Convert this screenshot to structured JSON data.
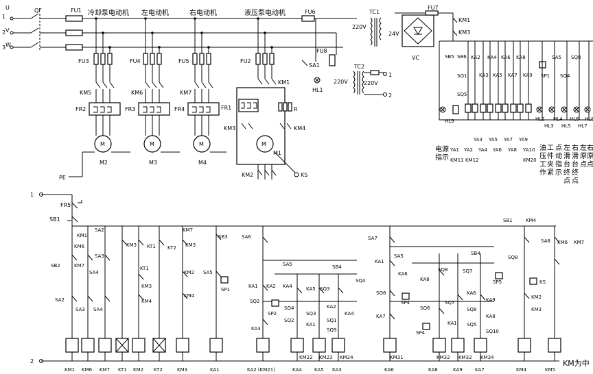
{
  "phases": [
    "U",
    "V",
    "W"
  ],
  "top_labels": {
    "qf": "QF",
    "fu1": "FU1",
    "fu6": "FU6",
    "fu7": "FU7",
    "tc1": "TC1",
    "tc2": "TC2",
    "v220_a": "220V",
    "v220_b": "220V",
    "v220_c": "220V",
    "v24": "24V",
    "vc": "VC",
    "pe": "PE",
    "ks": "KS",
    "fu8": "FU8",
    "sa1": "SA1",
    "hl1": "HL1",
    "t1": "1",
    "t2": "2"
  },
  "motor_titles": [
    "冷却泵电动机",
    "左电动机",
    "右电动机",
    "液压泵电动机"
  ],
  "motor_groups": [
    {
      "fu": "FU3",
      "km": "KM5",
      "fr": "FR2",
      "motor": "M2"
    },
    {
      "fu": "FU4",
      "km": "KM6",
      "fr": "FR3",
      "motor": "M3"
    },
    {
      "fu": "FU5",
      "km": "KM7",
      "fr": "FR4",
      "motor": "M4"
    }
  ],
  "hydraulic_group": {
    "fu": "FU2",
    "km1": "KM1",
    "km3": "KM3",
    "km4": "KM4",
    "km2": "KM2",
    "fr": "FR1",
    "r": "R",
    "motor": "M1",
    "motor_symbol": "M"
  },
  "right_top": {
    "km1": "KM1",
    "km3": "KM3",
    "sb5": "SB5",
    "sb6": "SB6",
    "sq1": "SQ1",
    "sq5": "SQ5",
    "hl9": "HL9",
    "contacts_upper": [
      "KA2",
      "KA4",
      "KA6",
      "KA8"
    ],
    "contacts_lower": [
      "KA3",
      "KA5",
      "KA7",
      "KA9"
    ],
    "valves_a": [
      "YA1",
      "YA3",
      "YA5",
      "YA7",
      "YA9"
    ],
    "valves_b": [
      "YA2",
      "YA4",
      "YA6",
      "YA8",
      "YA10"
    ],
    "sa5": "SA5",
    "sq8": "SQ8",
    "sq4": "SQ4",
    "sp1": "SP1",
    "lamps_a": [
      "HL2",
      "HL4",
      "HL6",
      "HL8"
    ],
    "lamps_b": [
      "HL3",
      "HL5",
      "HL7"
    ],
    "caption_power": "电源指示",
    "caption_km": [
      "KM11",
      "KM12",
      "KM20"
    ],
    "caption_cols": [
      "油压工作",
      "工件夹紧",
      "左滑台终点",
      "右滑台终点",
      "左原点",
      "右原点"
    ]
  },
  "control_rail": {
    "top": "1",
    "bottom": "2",
    "fr5": "FR5",
    "sb1": "SB1"
  },
  "control_contacts": [
    "SA2",
    "KM1",
    "KM6",
    "SA3",
    "KM7",
    "SB2",
    "SA4",
    "SA2",
    "SA3",
    "SA4",
    "KM3",
    "KT1",
    "KT1",
    "KM3",
    "KM4",
    "KM7",
    "KT2",
    "KM3",
    "KM2",
    "KM4",
    "SB3",
    "SA5",
    "SP1",
    "SA6",
    "SA5",
    "KA1",
    "KA2",
    "KA4",
    "KA5",
    "SQ3",
    "SB4",
    "SQ4",
    "SQ2",
    "SP2",
    "SQ4",
    "SQ2",
    "SQ3",
    "KA1",
    "KA2",
    "KA4",
    "SQ1",
    "SQ9",
    "KA3",
    "SA7",
    "SA5",
    "KA1",
    "KA6",
    "KA8",
    "SQ8",
    "SQ7",
    "SB4",
    "SQ8",
    "SP5",
    "SQ6",
    "SP4",
    "SQ6",
    "SQ7",
    "KA6",
    "KA9",
    "SQ8",
    "KA8",
    "KA7",
    "SP4",
    "KA1",
    "SQ5",
    "SQ10",
    "SB1",
    "KM4",
    "SA8",
    "KM6",
    "KM7",
    "KS",
    "KM2",
    "KM3"
  ],
  "coils": [
    "KM1",
    "KM6",
    "KM7",
    "KT1",
    "KM2",
    "KT2",
    "KM3",
    "KA1",
    "KA2 (KM21)",
    "KA4",
    "KA5",
    "KA3",
    "KA6",
    "KA8",
    "KA9",
    "KA7",
    "KM4",
    "KM5"
  ],
  "coil_sub_labels": [
    "KM22",
    "KM23",
    "KM24",
    "KM31",
    "KM32",
    "KM32",
    "KM34"
  ],
  "caption_tail": "KM为中"
}
